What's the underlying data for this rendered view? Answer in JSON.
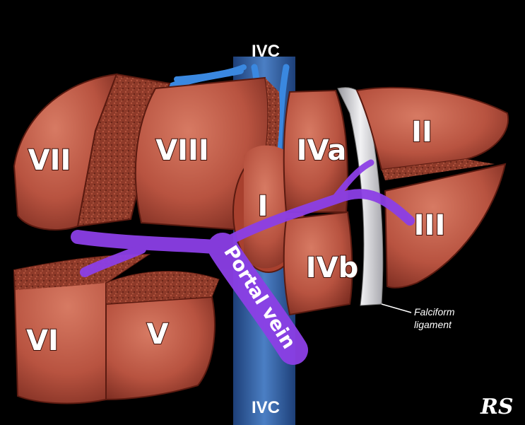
{
  "labels": {
    "ivc_top": "IVC",
    "ivc_bottom": "IVC",
    "portal_vein": "Portal vein",
    "falciform": [
      "Falciform",
      "ligament"
    ],
    "signature": "RS"
  },
  "segments": {
    "s1": "I",
    "s2": "II",
    "s3": "III",
    "s4a": "IVa",
    "s4b": "IVb",
    "s5": "V",
    "s6": "VI",
    "s7": "VII",
    "s8": "VIII"
  },
  "colors": {
    "liver": "#c25a45",
    "liver_dark": "#7a2b1f",
    "parenchyma": "#8a3a2a",
    "ivc": "#3f6fb0",
    "hepatic_veins": "#3a88e0",
    "portal_vein": "#8c3fe6",
    "falciform": "#d8d8dc",
    "background": "#000000"
  }
}
